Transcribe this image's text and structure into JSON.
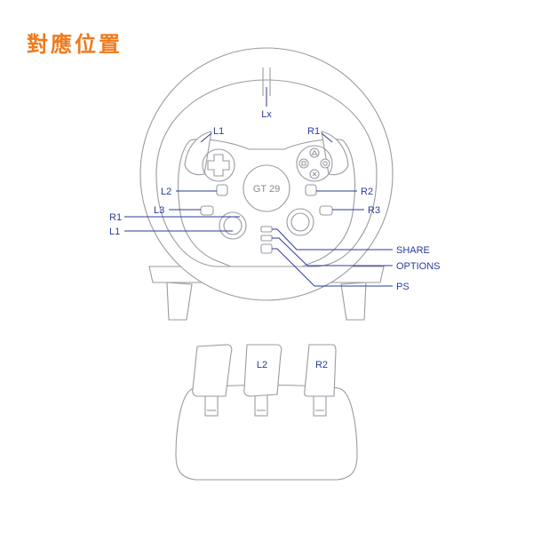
{
  "title": "對應位置",
  "hub_text": "GT 29",
  "labels": {
    "lx": "Lx",
    "l1_top": "L1",
    "r1_top": "R1",
    "l2": "L2",
    "r2": "R2",
    "l3": "L3",
    "r3": "R3",
    "r1_left": "R1",
    "l1_left": "L1",
    "share": "SHARE",
    "options": "OPTIONS",
    "ps": "PS",
    "pedal_l2": "L2",
    "pedal_r2": "R2"
  },
  "colors": {
    "title": "#f07a1d",
    "label": "#2a3b9a",
    "outline": "#9a9aa3"
  }
}
